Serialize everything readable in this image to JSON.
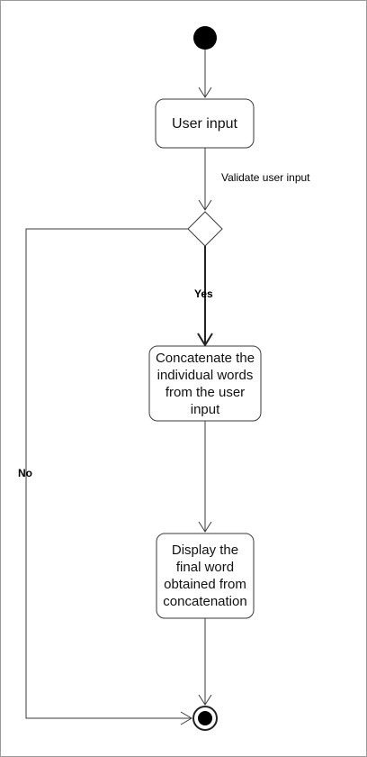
{
  "diagram": {
    "type": "uml-activity",
    "nodes": {
      "start": {
        "kind": "initial"
      },
      "user_input": {
        "kind": "action",
        "label": "User input"
      },
      "decision": {
        "kind": "decision"
      },
      "concatenate": {
        "kind": "action",
        "label": "Concatenate the individual words from the user input"
      },
      "display": {
        "kind": "action",
        "label": "Display the final word obtained from concatenation"
      },
      "end": {
        "kind": "final"
      }
    },
    "edges": {
      "validate": {
        "label": "Validate user input"
      },
      "yes": {
        "label": "Yes"
      },
      "no": {
        "label": "No"
      }
    },
    "colors": {
      "stroke": "#3a3a3a",
      "node_fill": "#ffffff",
      "start_fill": "#000000",
      "frame": "#9a9a9a"
    }
  }
}
